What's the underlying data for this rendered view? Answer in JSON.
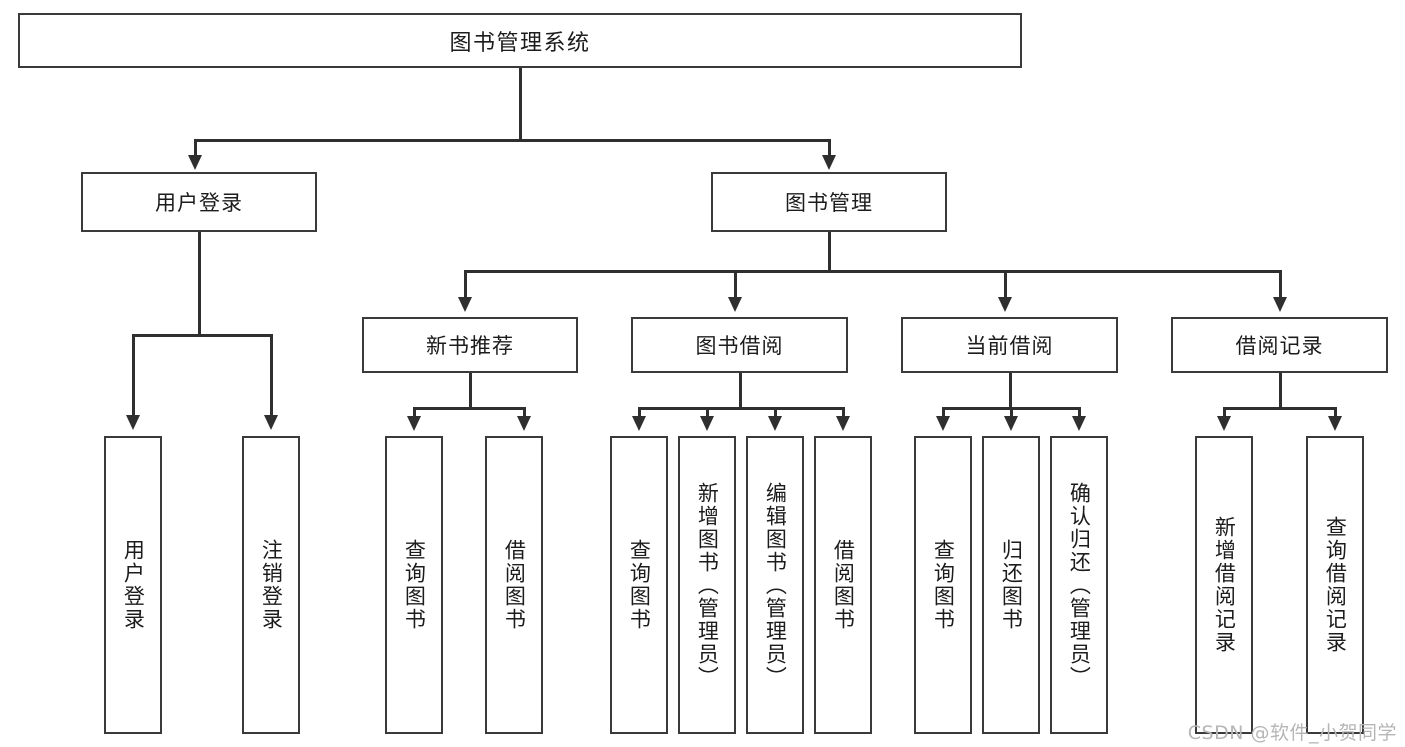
{
  "diagram": {
    "type": "tree-hierarchy-diagram",
    "title": "图书管理系统",
    "colors": {
      "box_border": "#3a3a3a",
      "connector": "#2f2f2f",
      "background": "#ffffff",
      "text": "#1c1c1c",
      "watermark": "#b6b6b6"
    },
    "root": {
      "label": "图书管理系统"
    },
    "level2": [
      {
        "label": "用户登录"
      },
      {
        "label": "图书管理"
      }
    ],
    "level3": [
      {
        "label": "新书推荐"
      },
      {
        "label": "图书借阅"
      },
      {
        "label": "当前借阅"
      },
      {
        "label": "借阅记录"
      }
    ],
    "leaves": {
      "user_login": [
        {
          "label": "用户登录"
        },
        {
          "label": "注销登录"
        }
      ],
      "new_book_recommend": [
        {
          "label": "查询图书"
        },
        {
          "label": "借阅图书"
        }
      ],
      "book_borrow": [
        {
          "label": "查询图书"
        },
        {
          "label": "新增图书（管理员）"
        },
        {
          "label": "编辑图书（管理员）"
        },
        {
          "label": "借阅图书"
        }
      ],
      "current_borrow": [
        {
          "label": "查询图书"
        },
        {
          "label": "归还图书"
        },
        {
          "label": "确认归还（管理员）"
        }
      ],
      "borrow_records": [
        {
          "label": "新增借阅记录"
        },
        {
          "label": "查询借阅记录"
        }
      ]
    },
    "watermark": "CSDN @软件_小贺同学"
  }
}
